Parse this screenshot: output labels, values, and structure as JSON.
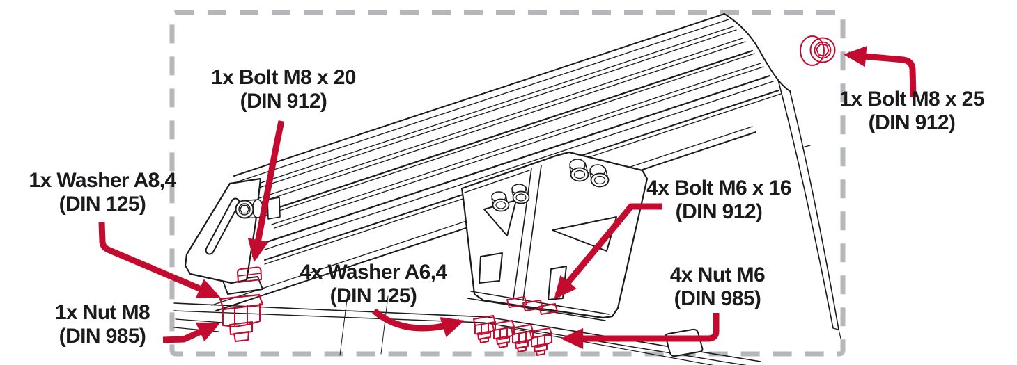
{
  "colors": {
    "accent_red": "#c20b2e",
    "line_black": "#1b1b1d",
    "dash_gray": "#b6b7bb"
  },
  "diagram": {
    "labels": {
      "bolt_m8x20": {
        "line1": "1x Bolt M8 x 20",
        "line2": "(DIN 912)"
      },
      "bolt_m8x25": {
        "line1": "1x Bolt M8 x 25",
        "line2": "(DIN 912)"
      },
      "washer_a84": {
        "line1": "1x Washer A8,4",
        "line2": "(DIN 125)"
      },
      "nut_m8": {
        "line1": "1x Nut M8",
        "line2": "(DIN 985)"
      },
      "washer_a64": {
        "line1": "4x Washer A6,4",
        "line2": "(DIN 125)"
      },
      "bolt_m6x16": {
        "line1": "4x Bolt M6 x 16",
        "line2": "(DIN 912)"
      },
      "nut_m6": {
        "line1": "4x Nut M6",
        "line2": "(DIN 985)"
      }
    }
  }
}
